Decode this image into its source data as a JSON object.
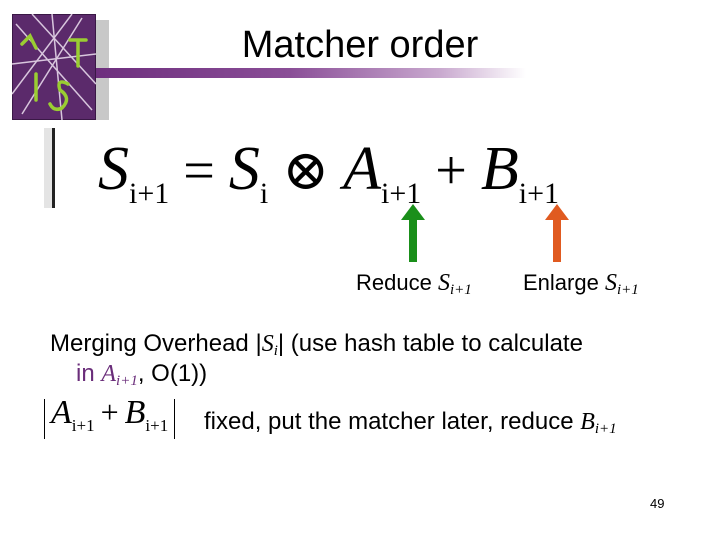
{
  "slide": {
    "title": "Matcher order",
    "page_number": "49"
  },
  "equation": {
    "lhs_var": "S",
    "lhs_sub": "i+1",
    "equals": "=",
    "t1_var": "S",
    "t1_sub": "i",
    "otimes": "⊗",
    "t2_var": "A",
    "t2_sub": "i+1",
    "plus": "+",
    "t3_var": "B",
    "t3_sub": "i+1"
  },
  "annotations": {
    "reduce_text": "Reduce ",
    "reduce_var": "S",
    "reduce_sub": "i+1",
    "enlarge_text": "Enlarge ",
    "enlarge_var": "S",
    "enlarge_sub": "i+1",
    "reduce_color": "#1a8f1a",
    "enlarge_color": "#e05a20"
  },
  "bullets": {
    "line1_prefix": "Merging Overhead |",
    "line1_var": "S",
    "line1_sub": "i",
    "line1_suffix": "| (use hash table to calculate",
    "line2_prefix": "in ",
    "line2_var": "A",
    "line2_sub": "i+1",
    "line2_suffix": ", O(1))",
    "line3_text": "fixed, put the matcher later, reduce ",
    "line3_var": "B",
    "line3_sub": "i+1",
    "abs_a": "A",
    "abs_a_sub": "i+1",
    "abs_plus": "+",
    "abs_b": "B",
    "abs_b_sub": "i+1"
  },
  "theme": {
    "accent": "#6e2f7e"
  }
}
